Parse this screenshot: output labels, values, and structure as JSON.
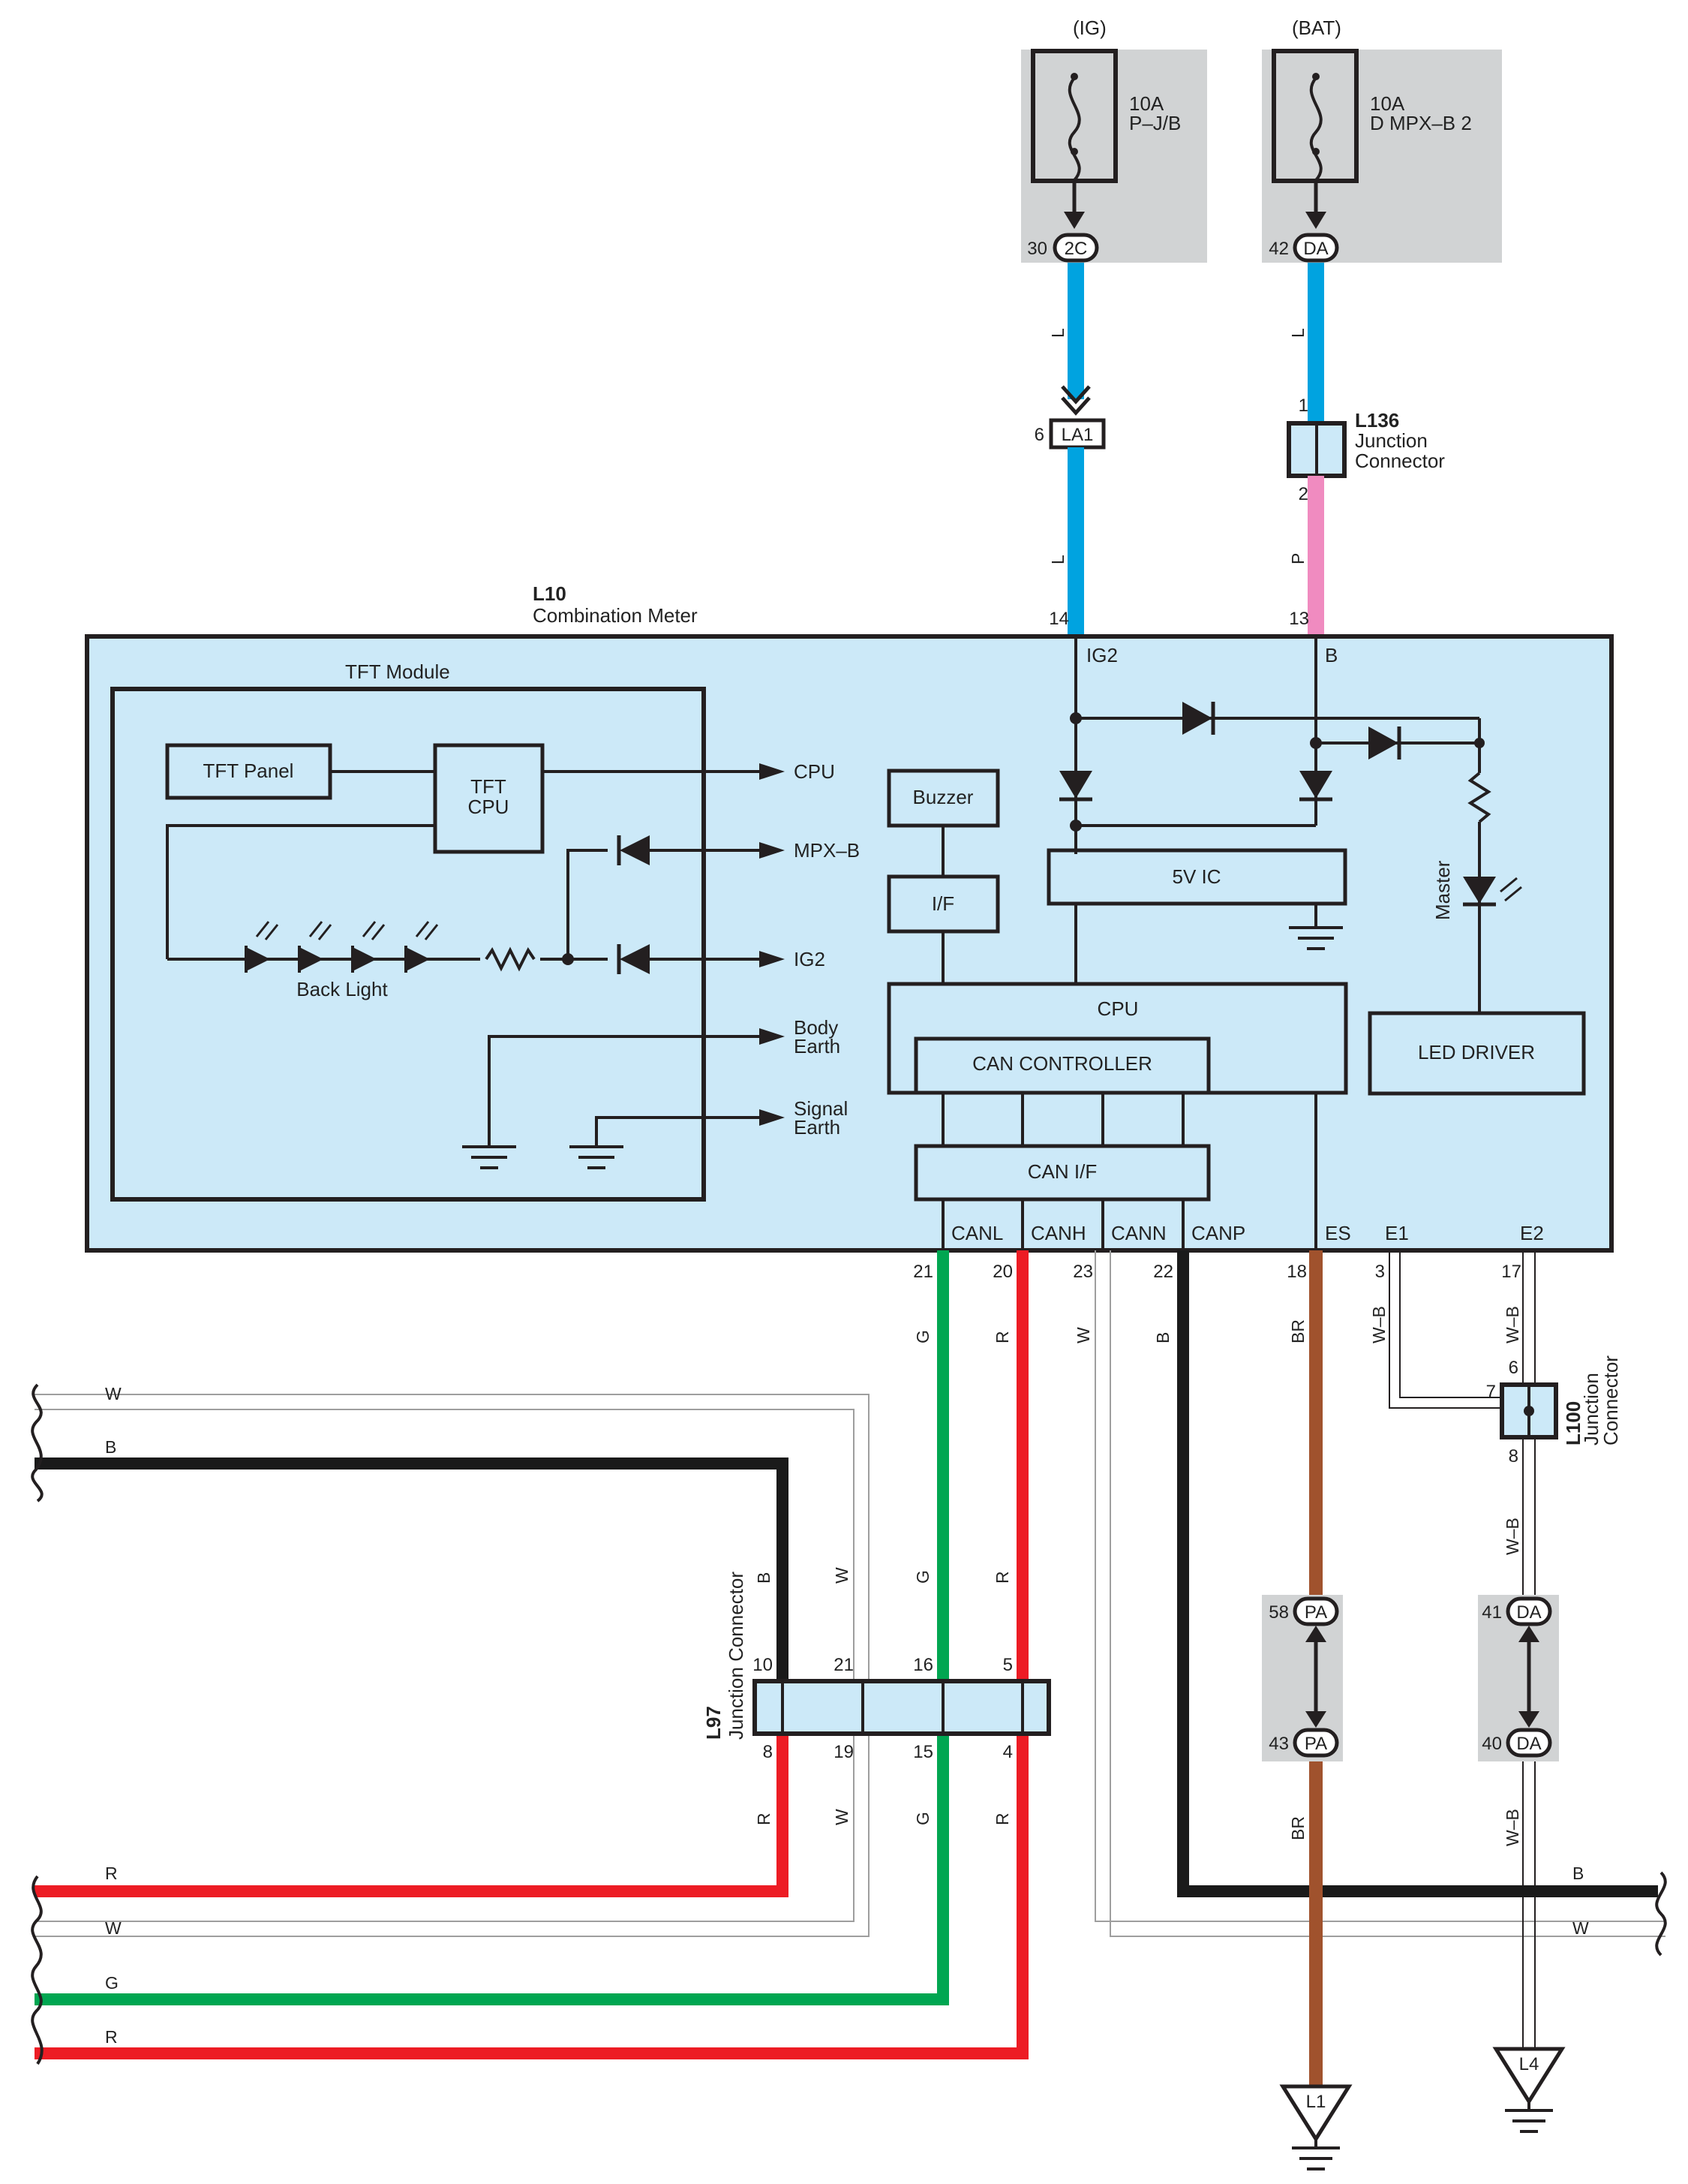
{
  "sources": {
    "ig": {
      "tag": "(IG)",
      "rating": "10A",
      "fuse": "P–J/B",
      "pin": "30",
      "conn": "2C"
    },
    "bat": {
      "tag": "(BAT)",
      "rating": "10A",
      "fuse": "D MPX–B 2",
      "pin": "42",
      "conn": "DA"
    }
  },
  "connectors": {
    "la1": {
      "code": "LA1",
      "pin": "6"
    },
    "l136": {
      "id": "L136",
      "line1": "Junction",
      "line2": "Connector",
      "pin_top": "1",
      "pin_bottom": "2"
    },
    "l100": {
      "id": "L100",
      "line1": "Junction",
      "line2": "Connector",
      "pin_top": "6",
      "pin_left": "7",
      "pin_bottom": "8"
    },
    "l97": {
      "id": "L97",
      "name": "Junction Connector",
      "top_pins": [
        "10",
        "21",
        "16",
        "5"
      ],
      "bottom_pins": [
        "8",
        "19",
        "15",
        "4"
      ]
    },
    "pa": {
      "code": "PA",
      "pin_top": "58",
      "pin_bottom": "43"
    },
    "da": {
      "code": "DA",
      "pin_top": "41",
      "pin_bottom": "40"
    }
  },
  "meter": {
    "id": "L10",
    "name": "Combination Meter",
    "pin_ig2": "14",
    "pin_b": "13",
    "term_ig2": "IG2",
    "term_b": "B",
    "tft_module": "TFT Module",
    "tft_panel": "TFT Panel",
    "tft_cpu_1": "TFT",
    "tft_cpu_2": "CPU",
    "out_cpu": "CPU",
    "out_mpxb": "MPX–B",
    "out_ig2": "IG2",
    "body_earth_1": "Body",
    "body_earth_2": "Earth",
    "signal_earth_1": "Signal",
    "signal_earth_2": "Earth",
    "back_light": "Back Light",
    "buzzer": "Buzzer",
    "if": "I/F",
    "ic5v": "5V IC",
    "cpu": "CPU",
    "can_controller": "CAN CONTROLLER",
    "can_if": "CAN I/F",
    "master": "Master",
    "led_driver": "LED DRIVER",
    "bottom_terms": [
      "CANL",
      "CANH",
      "CANN",
      "CANP",
      "ES",
      "E1",
      "E2"
    ],
    "bottom_pins": [
      "21",
      "20",
      "23",
      "22",
      "18",
      "3",
      "17"
    ]
  },
  "wire_codes": {
    "L": "L",
    "P": "P",
    "G": "G",
    "R": "R",
    "W": "W",
    "B": "B",
    "BR": "BR",
    "WB": "W–B"
  },
  "grounds": {
    "l1": "L1",
    "l4": "L4"
  },
  "colors": {
    "L": "#00a3e0",
    "P": "#f08bc0",
    "G": "#00a651",
    "R": "#ed1c24",
    "B": "#1a1a1a",
    "BR": "#a0522d",
    "box_fill": "#cce9f8",
    "fuse_bg": "#d1d3d4"
  }
}
